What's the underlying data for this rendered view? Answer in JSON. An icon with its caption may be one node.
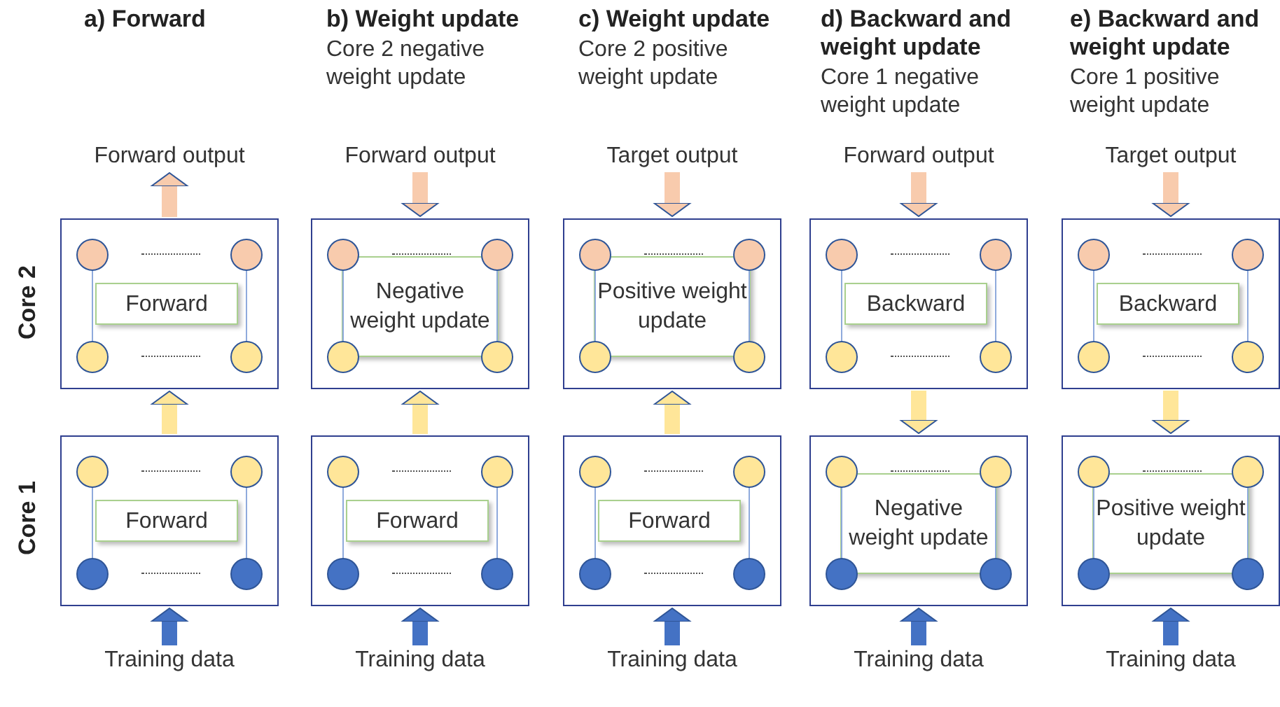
{
  "diagram": {
    "nodes": [
      {
        "text": [
          "Forward output"
        ]
      },
      {
        "text": [],
        "shape": "box"
      },
      {
        "text": [
          "Forward"
        ],
        "in": 1
      },
      {
        "text": [],
        "shape": "box"
      },
      {
        "text": [
          "Forward"
        ],
        "in": 3
      },
      {
        "text": [
          "Training data"
        ]
      },
      {
        "text": [
          "Forward output"
        ]
      },
      {
        "text": [],
        "shape": "box"
      },
      {
        "text": [
          "Negative weight update"
        ],
        "in": 7
      },
      {
        "text": [],
        "shape": "box"
      },
      {
        "text": [
          "Forward"
        ],
        "in": 9
      },
      {
        "text": [
          "Training data"
        ]
      },
      {
        "text": [
          "Target output"
        ]
      },
      {
        "text": [],
        "shape": "box"
      },
      {
        "text": [
          "Positive weight update"
        ],
        "in": 13
      },
      {
        "text": [],
        "shape": "box"
      },
      {
        "text": [
          "Forward"
        ],
        "in": 15
      },
      {
        "text": [
          "Training data"
        ]
      },
      {
        "text": [
          "Forward output"
        ]
      },
      {
        "text": [],
        "shape": "box"
      },
      {
        "text": [
          "Backward"
        ],
        "in": 19
      },
      {
        "text": [],
        "shape": "box"
      },
      {
        "text": [
          "Negative weight update"
        ],
        "in": 21
      },
      {
        "text": [
          "Training data"
        ]
      },
      {
        "text": [
          "Target output"
        ]
      },
      {
        "text": [],
        "shape": "box"
      },
      {
        "text": [
          "Backward"
        ],
        "in": 25
      },
      {
        "text": [],
        "shape": "box"
      },
      {
        "text": [
          "Positive weight update"
        ],
        "in": 27
      },
      {
        "text": [
          "Training data"
        ]
      }
    ],
    "edges": [
      {
        "from": 1,
        "to": 0,
        "arrow": "to",
        "color": "#f8cbad"
      },
      {
        "from": 3,
        "to": 1,
        "arrow": "to",
        "color": "#ffe699"
      },
      {
        "from": 5,
        "to": 3,
        "arrow": "to",
        "color": "#4472c4"
      },
      {
        "from": 6,
        "to": 7,
        "arrow": "to",
        "color": "#f8cbad"
      },
      {
        "from": 9,
        "to": 7,
        "arrow": "to",
        "color": "#ffe699"
      },
      {
        "from": 11,
        "to": 9,
        "arrow": "to",
        "color": "#4472c4"
      },
      {
        "from": 12,
        "to": 13,
        "arrow": "to",
        "color": "#f8cbad"
      },
      {
        "from": 15,
        "to": 13,
        "arrow": "to",
        "color": "#ffe699"
      },
      {
        "from": 17,
        "to": 15,
        "arrow": "to",
        "color": "#4472c4"
      },
      {
        "from": 18,
        "to": 19,
        "arrow": "to",
        "color": "#f8cbad"
      },
      {
        "from": 19,
        "to": 21,
        "arrow": "to",
        "color": "#ffe699"
      },
      {
        "from": 23,
        "to": 21,
        "arrow": "to",
        "color": "#4472c4"
      },
      {
        "from": 24,
        "to": 25,
        "arrow": "to",
        "color": "#f8cbad"
      },
      {
        "from": 25,
        "to": 27,
        "arrow": "to",
        "color": "#ffe699"
      },
      {
        "from": 29,
        "to": 27,
        "arrow": "to",
        "color": "#4472c4"
      }
    ],
    "labels": [
      "a) Forward",
      "b) Weight update",
      "Core 2 negative weight update",
      "c) Weight update",
      "Core 2 positive weight update",
      "d) Backward and weight update",
      "Core 1 negative weight update",
      "e) Backward and weight update",
      "Core 1 positive weight update",
      "Core 2",
      "Core 1"
    ]
  }
}
